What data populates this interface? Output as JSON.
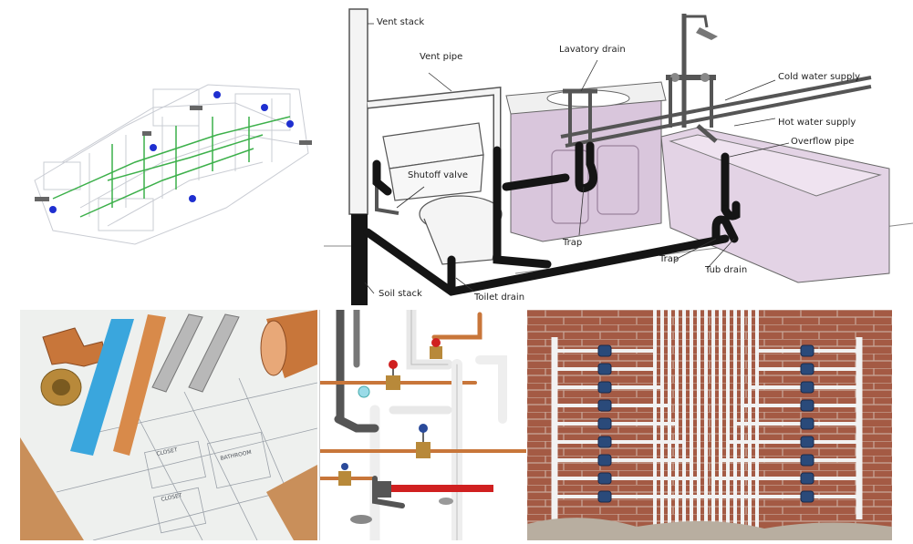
{
  "diagram": {
    "labels": {
      "vent_stack": "Vent stack",
      "vent_pipe": "Vent pipe",
      "lavatory_drain": "Lavatory drain",
      "cold_water_supply": "Cold water supply",
      "hot_water_supply": "Hot water supply",
      "overflow_pipe": "Overflow pipe",
      "shutoff_valve": "Shutoff valve",
      "trap_lavatory": "Trap",
      "trap_tub": "Trap",
      "tub_drain": "Tub drain",
      "soil_stack": "Soil stack",
      "toilet_drain": "Toilet drain"
    }
  },
  "colors": {
    "fixture_purple": "#d9c6dc",
    "drain_black": "#151515",
    "copper": "#c8763a",
    "pvc_white": "#f2f2f2",
    "brick": "#a45a44",
    "valve_blue": "#2a4a7a",
    "iso_green": "#3cb04a"
  },
  "blueprint": {
    "rooms": [
      "CLOSET",
      "BATHROOM",
      "CLOSET"
    ]
  }
}
